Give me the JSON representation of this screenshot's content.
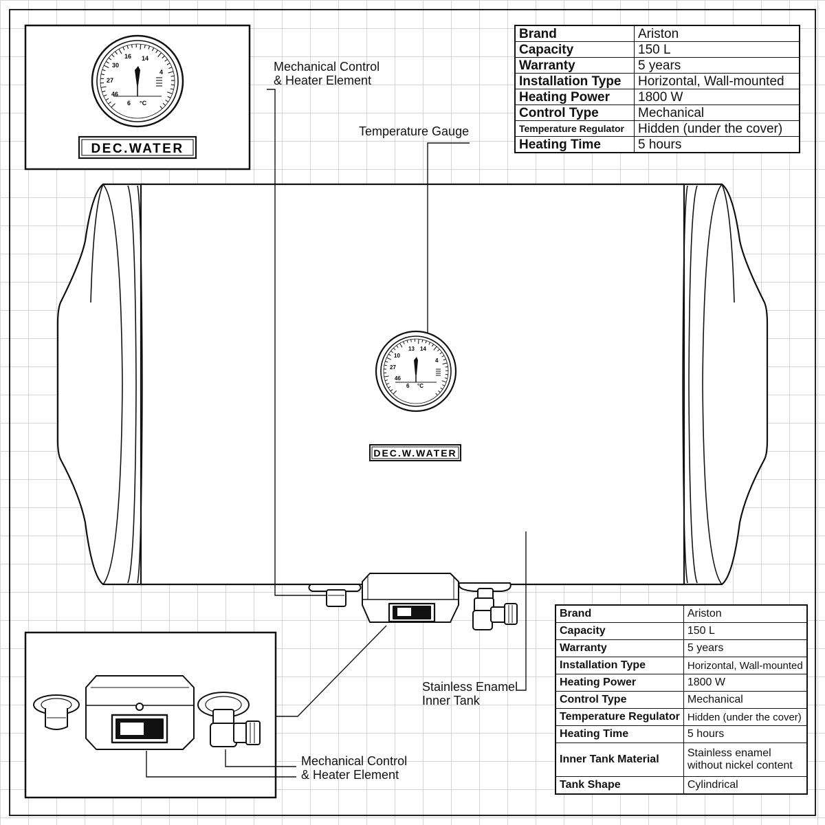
{
  "callouts": {
    "control_top": "Mechanical Control\n& Heater Element",
    "gauge": "Temperature Gauge",
    "tank": "Stainless Enamel\nInner Tank",
    "control_bottom": "Mechanical Control\n& Heater Element"
  },
  "brand_plate": {
    "inset": "DEC.WATER",
    "tank": "DEC.W.WATER"
  },
  "gauge": {
    "inset_ticks": [
      "16",
      "14",
      "30",
      "4",
      "27",
      "46",
      "6",
      "°C"
    ],
    "tank_ticks": [
      "13",
      "14",
      "10",
      "4",
      "27",
      "46",
      "6",
      "°C"
    ]
  },
  "spec_table_top": [
    {
      "key": "Brand",
      "value": "Ariston"
    },
    {
      "key": "Capacity",
      "value": "150 L"
    },
    {
      "key": "Warranty",
      "value": "5 years"
    },
    {
      "key": "Installation Type",
      "value": "Horizontal, Wall-mounted"
    },
    {
      "key": "Heating Power",
      "value": "1800 W"
    },
    {
      "key": "Control Type",
      "value": "Mechanical"
    },
    {
      "key": "Temperature Regulator",
      "value": "Hidden (under the cover)"
    },
    {
      "key": "Heating Time",
      "value": "5 hours"
    }
  ],
  "spec_table_bottom": [
    {
      "key": "Brand",
      "value": "Ariston"
    },
    {
      "key": "Capacity",
      "value": "150 L"
    },
    {
      "key": "Warranty",
      "value": "5 years"
    },
    {
      "key": "Installation Type",
      "value": "Horizontal, Wall-mounted"
    },
    {
      "key": "Heating Power",
      "value": "1800 W"
    },
    {
      "key": "Control Type",
      "value": "Mechanical"
    },
    {
      "key": "Temperature Regulator",
      "value": "Hidden (under the cover)"
    },
    {
      "key": "Heating Time",
      "value": "5 hours"
    },
    {
      "key": "Inner Tank Material",
      "value": "Stainless enamel without nickel content"
    },
    {
      "key": "Tank Shape",
      "value": "Cylindrical"
    }
  ]
}
